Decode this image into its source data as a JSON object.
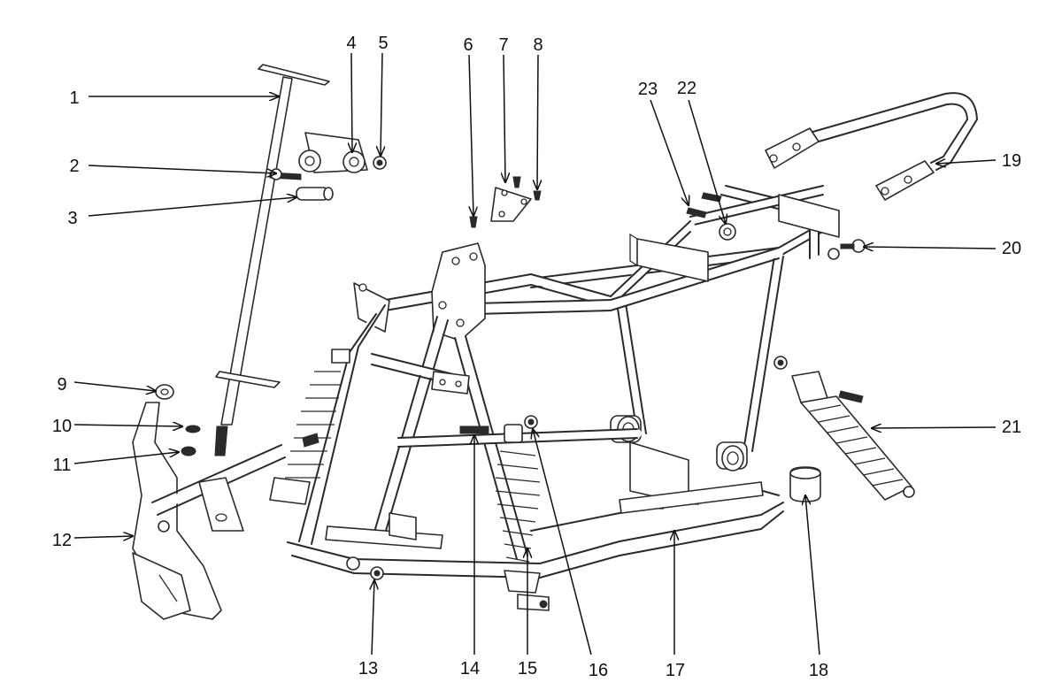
{
  "diagram": {
    "colors": {
      "line": "#2a2a2a",
      "background": "#ffffff",
      "label": "#111111"
    },
    "callouts": [
      {
        "id": "c1",
        "label": "1"
      },
      {
        "id": "c2",
        "label": "2"
      },
      {
        "id": "c3",
        "label": "3"
      },
      {
        "id": "c4",
        "label": "4"
      },
      {
        "id": "c5",
        "label": "5"
      },
      {
        "id": "c6",
        "label": "6"
      },
      {
        "id": "c7",
        "label": "7"
      },
      {
        "id": "c8",
        "label": "8"
      },
      {
        "id": "c9",
        "label": "9"
      },
      {
        "id": "c10",
        "label": "10"
      },
      {
        "id": "c11",
        "label": "11"
      },
      {
        "id": "c12",
        "label": "12"
      },
      {
        "id": "c13",
        "label": "13"
      },
      {
        "id": "c14",
        "label": "14"
      },
      {
        "id": "c15",
        "label": "15"
      },
      {
        "id": "c16",
        "label": "16"
      },
      {
        "id": "c17",
        "label": "17"
      },
      {
        "id": "c18",
        "label": "18"
      },
      {
        "id": "c19",
        "label": "19"
      },
      {
        "id": "c20",
        "label": "20"
      },
      {
        "id": "c21",
        "label": "21"
      },
      {
        "id": "c22",
        "label": "22"
      },
      {
        "id": "c23",
        "label": "23"
      }
    ]
  }
}
